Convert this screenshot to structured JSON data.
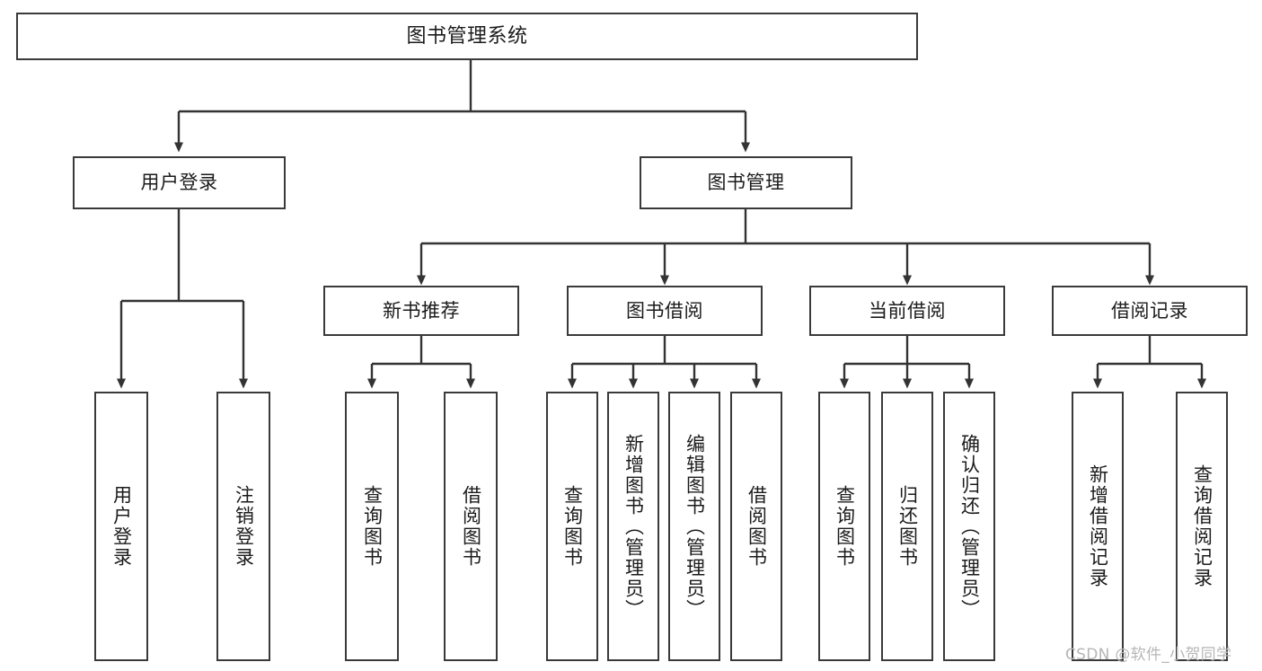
{
  "diagram": {
    "type": "tree-hierarchy-flowchart",
    "title": "图书管理系统",
    "watermark": "CSDN @软件_小贺同学",
    "colors": {
      "background": "#ffffff",
      "border": "#3a3a3a",
      "text": "#1b1b1b",
      "connector": "#333333",
      "watermark": "#b6b6b6"
    },
    "levels": [
      {
        "level": 0,
        "nodes": [
          {
            "id": "root",
            "label": "图书管理系统",
            "orientation": "horizontal"
          }
        ]
      },
      {
        "level": 1,
        "nodes": [
          {
            "id": "user-login",
            "label": "用户登录",
            "orientation": "horizontal",
            "parent": "root"
          },
          {
            "id": "book-mgmt",
            "label": "图书管理",
            "orientation": "horizontal",
            "parent": "root"
          }
        ]
      },
      {
        "level": 2,
        "nodes": [
          {
            "id": "new-book-rec",
            "label": "新书推荐",
            "orientation": "horizontal",
            "parent": "book-mgmt"
          },
          {
            "id": "book-borrow",
            "label": "图书借阅",
            "orientation": "horizontal",
            "parent": "book-mgmt"
          },
          {
            "id": "current-borrow",
            "label": "当前借阅",
            "orientation": "horizontal",
            "parent": "book-mgmt"
          },
          {
            "id": "borrow-record",
            "label": "借阅记录",
            "orientation": "horizontal",
            "parent": "book-mgmt"
          }
        ]
      },
      {
        "level": 3,
        "nodes": [
          {
            "id": "leaf-user-login",
            "label": "用户登录",
            "orientation": "vertical",
            "parent": "user-login"
          },
          {
            "id": "leaf-logout",
            "label": "注销登录",
            "orientation": "vertical",
            "parent": "user-login"
          },
          {
            "id": "leaf-query-book-1",
            "label": "查询图书",
            "orientation": "vertical",
            "parent": "new-book-rec"
          },
          {
            "id": "leaf-borrow-book-1",
            "label": "借阅图书",
            "orientation": "vertical",
            "parent": "new-book-rec"
          },
          {
            "id": "leaf-query-book-2",
            "label": "查询图书",
            "orientation": "vertical",
            "parent": "book-borrow"
          },
          {
            "id": "leaf-add-book",
            "label": "新增图书（管理员）",
            "orientation": "vertical",
            "parent": "book-borrow"
          },
          {
            "id": "leaf-edit-book",
            "label": "编辑图书（管理员）",
            "orientation": "vertical",
            "parent": "book-borrow"
          },
          {
            "id": "leaf-borrow-book-2",
            "label": "借阅图书",
            "orientation": "vertical",
            "parent": "book-borrow"
          },
          {
            "id": "leaf-query-book-3",
            "label": "查询图书",
            "orientation": "vertical",
            "parent": "current-borrow"
          },
          {
            "id": "leaf-return-book",
            "label": "归还图书",
            "orientation": "vertical",
            "parent": "current-borrow"
          },
          {
            "id": "leaf-confirm-return",
            "label": "确认归还（管理员）",
            "orientation": "vertical",
            "parent": "current-borrow"
          },
          {
            "id": "leaf-add-record",
            "label": "新增借阅记录",
            "orientation": "vertical",
            "parent": "borrow-record"
          },
          {
            "id": "leaf-query-record",
            "label": "查询借阅记录",
            "orientation": "vertical",
            "parent": "borrow-record"
          }
        ]
      }
    ]
  }
}
